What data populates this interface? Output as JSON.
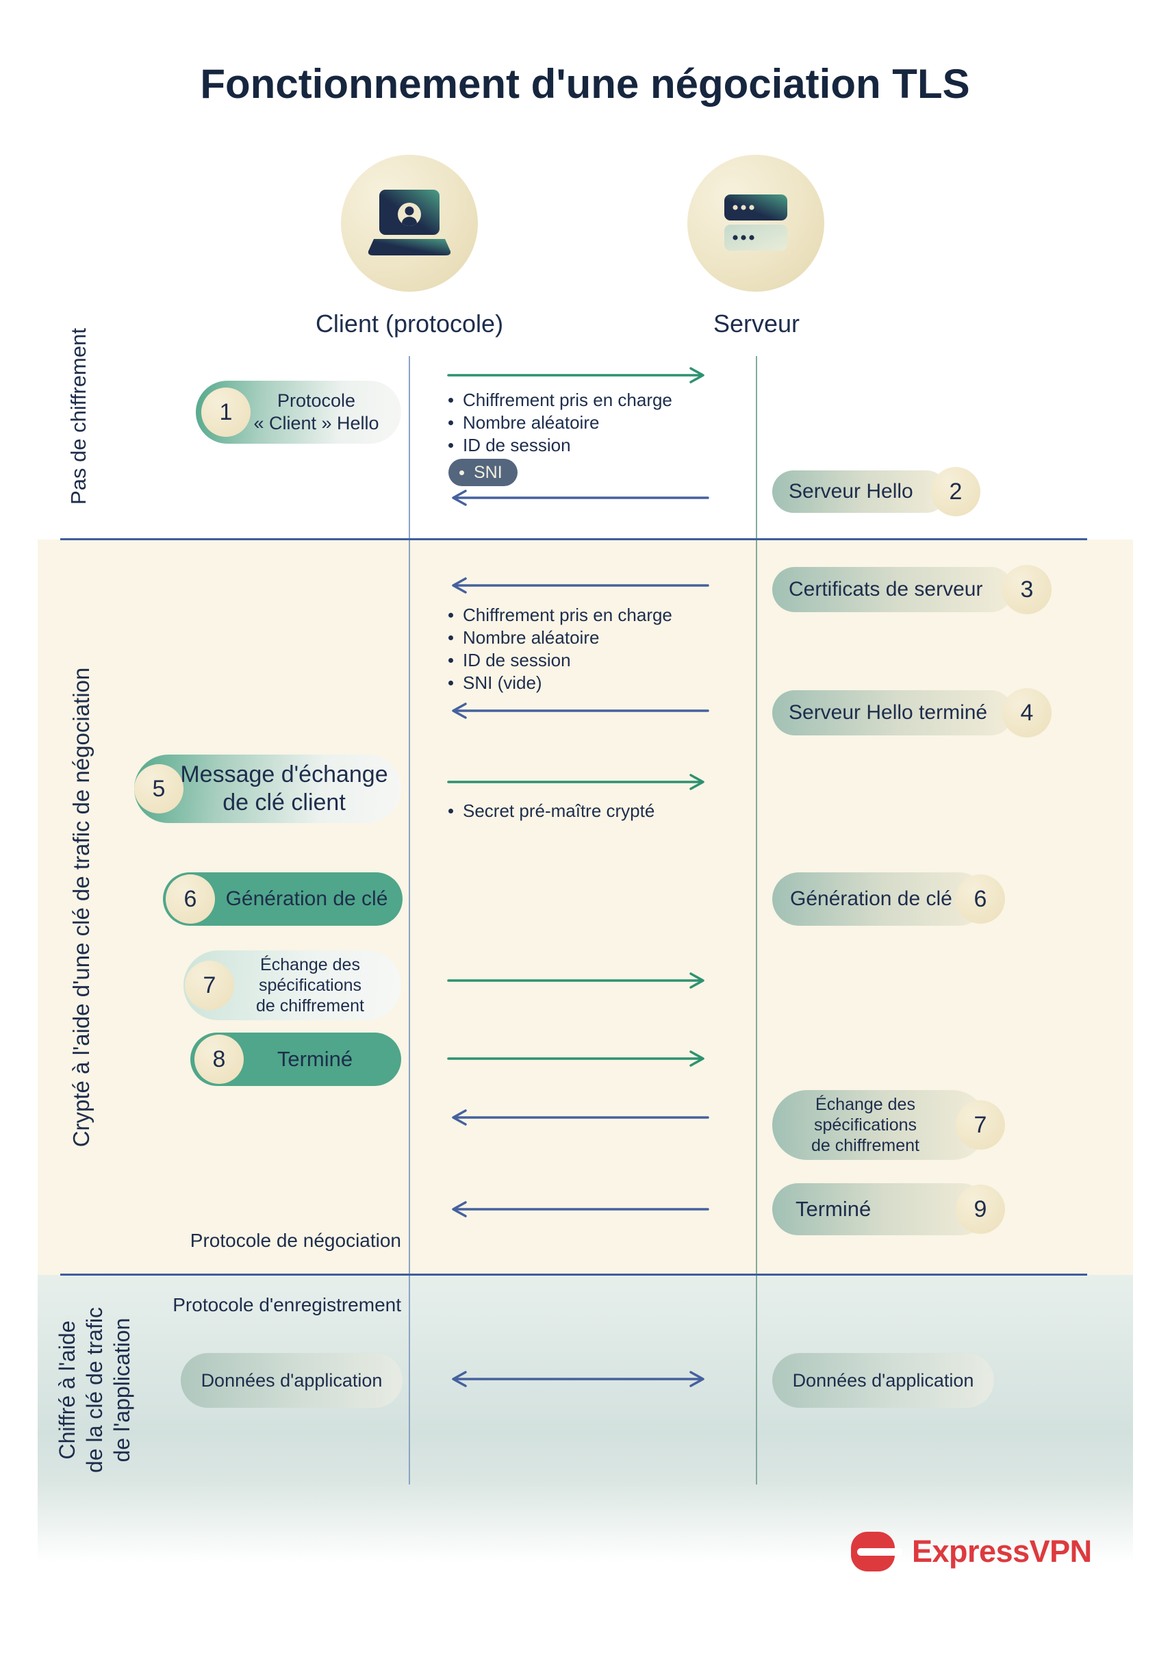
{
  "title": "Fonctionnement d'une négociation TLS",
  "client": {
    "label": "Client (protocole)"
  },
  "server": {
    "label": "Serveur"
  },
  "side_labels": {
    "s1": "Pas de chiffrement",
    "s2": "Crypté à l'aide d'une clé de trafic de négociation",
    "s3": "Chiffré à l'aide\nde la clé de trafic\nde l'application"
  },
  "steps": {
    "client_hello": {
      "num": "1",
      "label": "Protocole\n« Client » Hello"
    },
    "server_hello": {
      "num": "2",
      "label": "Serveur Hello"
    },
    "server_certificates": {
      "num": "3",
      "label": "Certificats de serveur"
    },
    "server_hello_done": {
      "num": "4",
      "label": "Serveur Hello terminé"
    },
    "client_key_exchange": {
      "num": "5",
      "label": "Message d'échange\nde clé client"
    },
    "key_generation_client": {
      "num": "6",
      "label": "Génération de clé"
    },
    "key_generation_server": {
      "num": "6",
      "label": "Génération de clé"
    },
    "cipher_spec_client": {
      "num": "7",
      "label": "Échange des\nspécifications\nde chiffrement"
    },
    "finished_client": {
      "num": "8",
      "label": "Terminé"
    },
    "cipher_spec_server": {
      "num": "7",
      "label": "Échange des\nspécifications\nde chiffrement"
    },
    "finished_server": {
      "num": "9",
      "label": "Terminé"
    }
  },
  "client_hello_details": {
    "bullets": [
      "Chiffrement pris en charge",
      "Nombre aléatoire",
      "ID de session"
    ],
    "sni": "SNI"
  },
  "server_response_details": {
    "bullets": [
      "Chiffrement pris en charge",
      "Nombre aléatoire",
      "ID de session",
      "SNI (vide)"
    ]
  },
  "key_exchange_details": {
    "bullets": [
      "Secret pré-maître crypté"
    ]
  },
  "protocol_labels": {
    "negotiation": "Protocole de négociation",
    "record": "Protocole d'enregistrement"
  },
  "application_data": {
    "client_label": "Données d'application",
    "server_label": "Données d'application"
  },
  "footer": {
    "brand": "ExpressVPN"
  },
  "colors": {
    "navy_text": "#1e2d4c",
    "green_arrow": "#2d9271",
    "blue_arrow": "#45619e",
    "pill_green": "#4fa68a",
    "number_circle_cream": "#efe5c4",
    "sni_badge_bg": "#54657e",
    "negotiation_panel_bg": "#faf5e6",
    "brand_red": "#dd3a3e"
  }
}
